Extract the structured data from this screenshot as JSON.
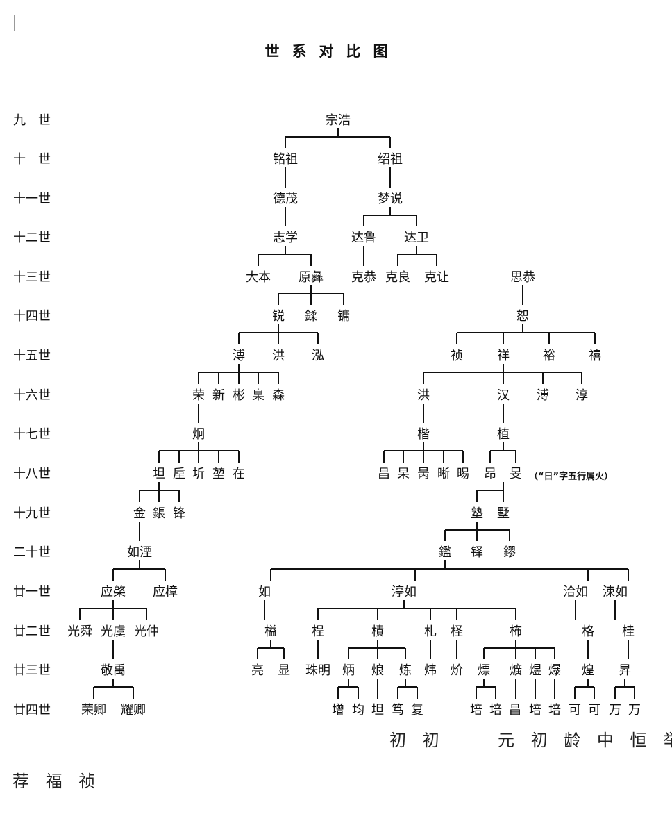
{
  "title": "世系对比图",
  "generations": [
    "九　世",
    "十　世",
    "十一世",
    "十二世",
    "十三世",
    "十四世",
    "十五世",
    "十六世",
    "十七世",
    "十八世",
    "十九世",
    "二十世",
    "廿一世",
    "廿二世",
    "廿三世",
    "廿四世"
  ],
  "left_names": [
    "宗浩",
    "铭祖",
    "绍祖",
    "德茂",
    "梦说",
    "志学",
    "达鲁",
    "达卫",
    "大本",
    "原彝",
    "克恭",
    "克良",
    "克让",
    "锐",
    "鍒",
    "镛",
    "溥",
    "洪",
    "泓",
    "荣",
    "新",
    "彬",
    "臬",
    "森",
    "炯",
    "坦",
    "垕",
    "圻",
    "堃",
    "在",
    "金",
    "鋹",
    "锋",
    "如湮",
    "应棨",
    "应樟",
    "光舜",
    "光虞",
    "光仲",
    "敬禹",
    "荣卿",
    "耀卿"
  ],
  "right_names": [
    "思恭",
    "恕",
    "祯",
    "祥",
    "裕",
    "禧",
    "洪",
    "汉",
    "溥",
    "淳",
    "楷",
    "植",
    "昌",
    "杲",
    "昺",
    "晰",
    "晹",
    "昂",
    "旻",
    "塾",
    "墅",
    "鑑",
    "铎",
    "鏐",
    "如",
    "渟如",
    "洽如",
    "涑如",
    "榏",
    "桯",
    "樍",
    "札",
    "柽",
    "柨",
    "格",
    "桂",
    "亮",
    "显",
    "珠明",
    "炳",
    "烺",
    "炼",
    "炜",
    "炌",
    "熛",
    "爌",
    "煜",
    "爆",
    "煌",
    "昇",
    "增",
    "均",
    "坦",
    "笃",
    "复",
    "培",
    "培",
    "昌",
    "培",
    "培",
    "可",
    "可",
    "万",
    "万"
  ],
  "annotation": "（“日”字五行属火）",
  "extras": {
    "row1_a": "初 初",
    "row1_b": "元 初 龄 中 恒 举",
    "row2": "荐 福 祯"
  }
}
